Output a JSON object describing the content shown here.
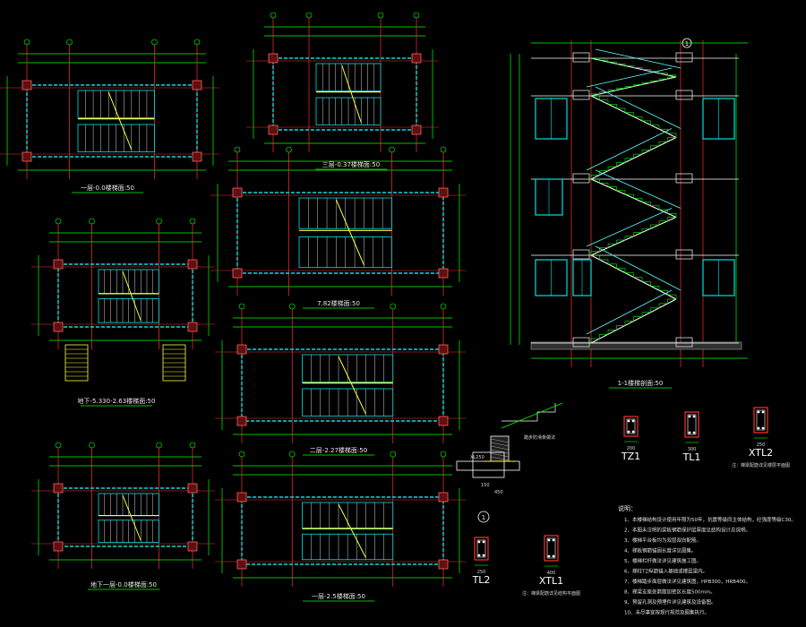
{
  "plans": [
    {
      "id": "p1",
      "caption": "一层-0.0楼梯面:50"
    },
    {
      "id": "p2",
      "caption": "三层-0.37楼梯面:50"
    },
    {
      "id": "p3",
      "caption": "地下-5.330-2.63楼梯面:50"
    },
    {
      "id": "p4",
      "caption": "7.82楼梯面:50"
    },
    {
      "id": "p5",
      "caption": "二层-2.27楼梯面:50"
    },
    {
      "id": "p6",
      "caption": "地下一层-0.0楼梯面:50"
    },
    {
      "id": "p7",
      "caption": "一层-2.5楼梯面:50"
    }
  ],
  "section": {
    "caption": "1-1楼梯剖面:50",
    "marker": "1"
  },
  "details": {
    "step_caption": "踏步防滑条做法",
    "beam_ref": "XL250",
    "circle_label": "1",
    "dims": [
      "150",
      "450"
    ],
    "tz1": "TZ1",
    "tl1": "TL1",
    "tl2": "TL2",
    "xtl1": "XTL1",
    "xtl2": "XTL2",
    "tl_dims": [
      "200",
      "300",
      "250",
      "400"
    ],
    "xtl2_note": "注：梯梁配筋详见楼层平面图",
    "xtl1_note": "注：梯梁配筋详见结构平面图"
  },
  "notes": {
    "title": "说明：",
    "lines": [
      "1、本楼梯结构设计使用年限为50年，抗震等级同主体结构，砼强度等级C30。",
      "2、本图未注明的梁板钢筋保护层厚度见结构设计总说明。",
      "3、楼梯平台板均为双层双向配筋。",
      "4、梯板钢筋锚固长度详见图集。",
      "5、楼梯栏杆做法详见建筑施工图。",
      "6、梯柱TZ纵筋锚入基础或楼层梁内。",
      "7、楼梯踏步面层做法详见建筑图，HPB300，HRB400。",
      "8、梯梁支座处箭筋加密区长度500mm。",
      "9、预留孔洞及预埋件详见建筑及设备图。",
      "10、未尽事宜按现行规范及图集执行。"
    ]
  },
  "colors": {
    "bg": "#000000",
    "grid": "#ff3030",
    "wall": "#00e0e0",
    "line": "#00ff00",
    "stair": "#ffff40",
    "dim": "#00ff00",
    "text": "#ffffff",
    "struct": "#e040e0"
  }
}
